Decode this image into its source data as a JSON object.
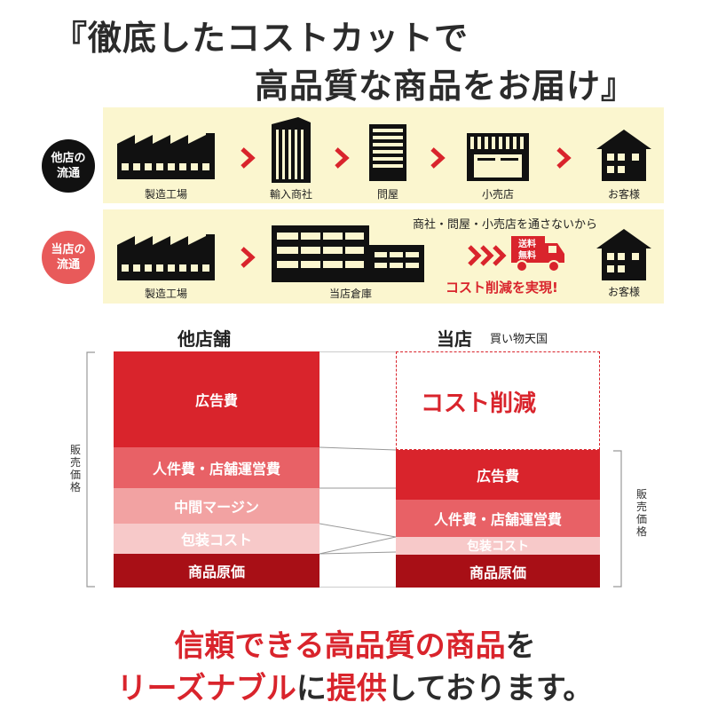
{
  "headline": {
    "line1": "『徹底したコストカットで",
    "line2": "高品質な商品をお届け』"
  },
  "flow_other": {
    "badge_line1": "他店の",
    "badge_line2": "流通",
    "steps": [
      "製造工場",
      "輸入商社",
      "問屋",
      "小売店",
      "お客様"
    ]
  },
  "flow_ours": {
    "badge_line1": "当店の",
    "badge_line2": "流通",
    "steps": [
      "製造工場",
      "当店倉庫",
      "お客様"
    ],
    "skip_note": "商社・問屋・小売店を通さないから",
    "truck_label_1": "送料",
    "truck_label_2": "無料",
    "cost_note": "コスト削減を実現!"
  },
  "compare": {
    "left_title": "他店舗",
    "right_title": "当店",
    "right_subtitle": "買い物天国",
    "left_segments": [
      "広告費",
      "人件費・店舗運営費",
      "中間マージン",
      "包装コスト",
      "商品原価"
    ],
    "right_cut": "コスト削減",
    "right_segments": [
      "広告費",
      "人件費・店舗運営費",
      "包装コスト",
      "商品原価"
    ],
    "price_label": "販売価格"
  },
  "tagline": {
    "l1_red": "信頼できる高品質の商品",
    "l1_dark": "を",
    "l2_red_a": "リーズナブル",
    "l2_dark_a": "に",
    "l2_red_b": "提供",
    "l2_dark_b": "しております。"
  },
  "colors": {
    "brand_red": "#d9242c",
    "dark_red": "#a80f16",
    "mid_red": "#e86166",
    "pink": "#f2a2a2",
    "light_pink": "#f7c9c9",
    "band_yellow": "#fbf6cf",
    "badge_red": "#e85a5a"
  }
}
